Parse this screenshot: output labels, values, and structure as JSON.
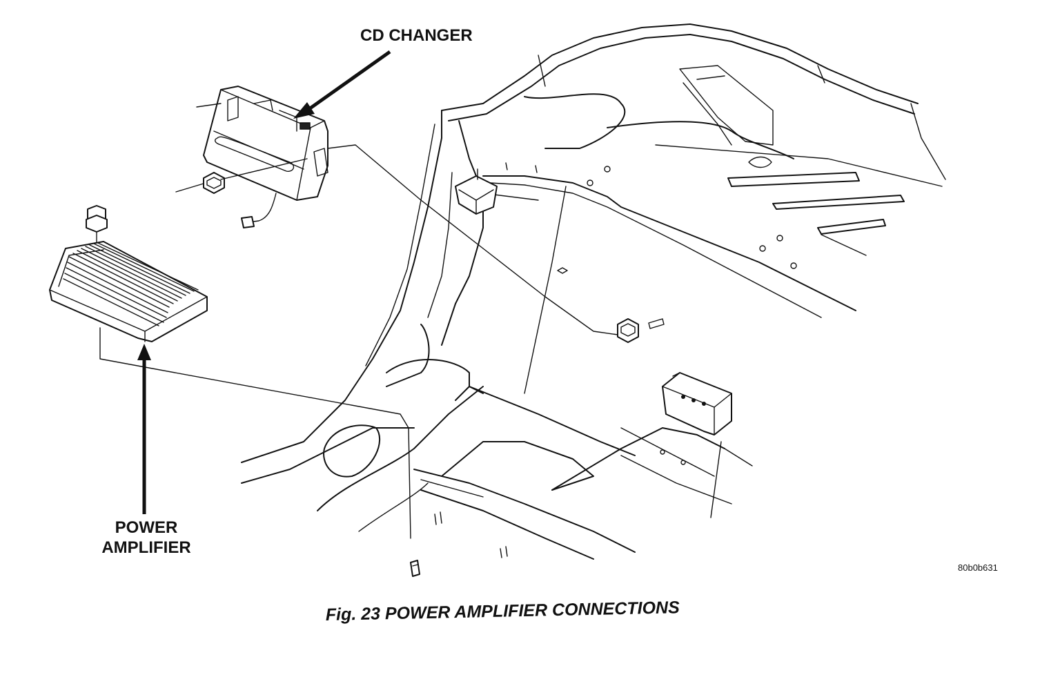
{
  "figure": {
    "caption": "Fig. 23 POWER AMPLIFIER CONNECTIONS",
    "figure_id": "80b0b631"
  },
  "labels": {
    "cd_changer": "CD CHANGER",
    "power_amplifier_line1": "POWER",
    "power_amplifier_line2": "AMPLIFIER"
  }
}
